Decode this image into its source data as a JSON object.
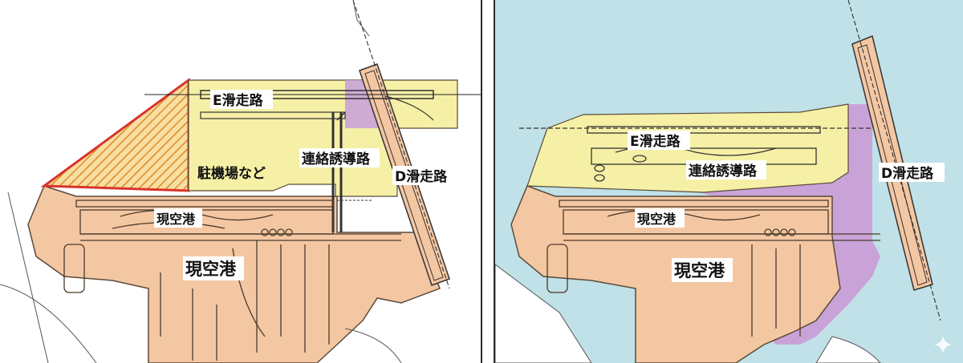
{
  "colors": {
    "existing_airport": "#f4c7a3",
    "new_land": "#f5f0a5",
    "extension_purple": "#c9a3d8",
    "sea": "#bfe1e7",
    "hatch_red": "#d9342b",
    "hatch_orange": "#e89a3a",
    "outline": "#333333"
  },
  "left_map": {
    "label_e_runway": "E滑走路",
    "label_apron": "駐機場など",
    "label_taxiway": "連絡誘導路",
    "label_d_runway": "D滑走路",
    "label_airport_north": "現空港",
    "label_airport_main": "現空港"
  },
  "right_map": {
    "label_e_runway": "E滑走路",
    "label_taxiway": "連絡誘導路",
    "label_d_runway": "D滑走路",
    "label_airport_north": "現空港",
    "label_airport_main": "現空港"
  },
  "icons": {
    "watermark": "sparkle-icon"
  }
}
